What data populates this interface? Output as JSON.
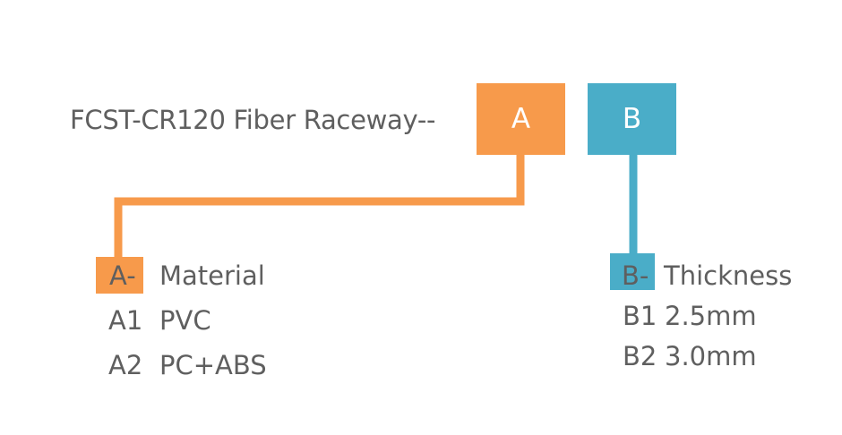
{
  "title": "FCST-CR120 Fiber Raceway--",
  "codes": {
    "a": {
      "letter": "A",
      "color": "#F79A4B"
    },
    "b": {
      "letter": "B",
      "color": "#4AADC8"
    }
  },
  "legend_a": {
    "prefix": "A-",
    "label": "Material",
    "options": [
      {
        "code": "A1",
        "value": "PVC"
      },
      {
        "code": "A2",
        "value": "PC+ABS"
      }
    ]
  },
  "legend_b": {
    "prefix": "B-",
    "label": "Thickness",
    "options": [
      {
        "code": "B1",
        "value": "2.5mm"
      },
      {
        "code": "B2",
        "value": "3.0mm"
      }
    ]
  }
}
